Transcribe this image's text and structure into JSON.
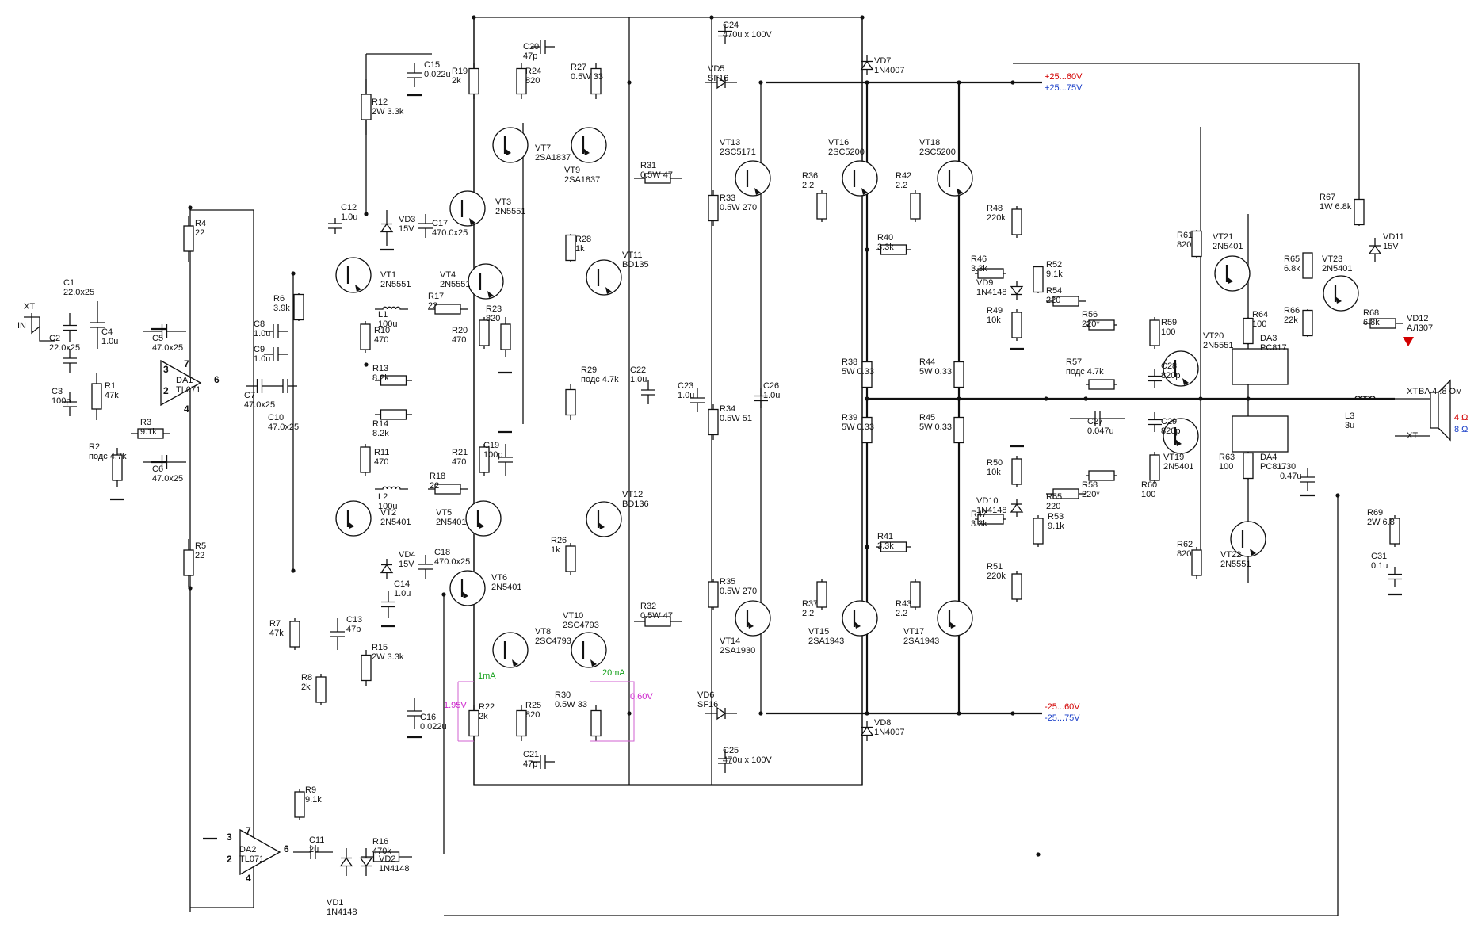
{
  "colors": {
    "positive_rail": "#d20000",
    "negative_rail": "#d20000",
    "alt_voltage": "#1a3fc8",
    "test_current": "#13a019",
    "test_voltage": "#cc22cc",
    "led": "#d20000"
  },
  "connectors": {
    "input_xt": "XT",
    "input_in": "IN",
    "out_xt_top": "XT",
    "out_xt_bot": "XT",
    "speaker": "BA 4..8 Ом",
    "ohm4": "4 Ω",
    "ohm8": "8 Ω"
  },
  "rails": {
    "pos1": "+25...60V",
    "pos2": "+25...75V",
    "neg1": "-25...60V",
    "neg2": "-25...75V"
  },
  "test_points": {
    "i1": "1mA",
    "i2": "20mA",
    "v1": "1.95V",
    "v2": "0.60V"
  },
  "components": {
    "C1": [
      "C1",
      "22.0x25"
    ],
    "C2": [
      "C2",
      "22.0x25"
    ],
    "C3": [
      "C3",
      "100p"
    ],
    "C4": [
      "C4",
      "1.0u"
    ],
    "C5": [
      "C5",
      "47.0x25"
    ],
    "C6": [
      "C6",
      "47.0x25"
    ],
    "C7": [
      "C7",
      "47.0x25"
    ],
    "C8": [
      "C8",
      "1.0u"
    ],
    "C9": [
      "C9",
      "1.0u"
    ],
    "C10": [
      "C10",
      "47.0x25"
    ],
    "C11": [
      "C11",
      "2u"
    ],
    "C12": [
      "C12",
      "1.0u"
    ],
    "C13": [
      "C13",
      "47p"
    ],
    "C14": [
      "C14",
      "1.0u"
    ],
    "C15": [
      "C15",
      "0.022u"
    ],
    "C16": [
      "C16",
      "0.022u"
    ],
    "C17": [
      "C17",
      "470.0x25"
    ],
    "C18": [
      "C18",
      "470.0x25"
    ],
    "C19": [
      "C19",
      "100p"
    ],
    "C20": [
      "C20",
      "47p"
    ],
    "C21": [
      "C21",
      "47p"
    ],
    "C22": [
      "C22",
      "1.0u"
    ],
    "C23": [
      "C23",
      "1.0u"
    ],
    "C24": [
      "C24",
      "470u x 100V"
    ],
    "C25": [
      "C25",
      "470u x 100V"
    ],
    "C26": [
      "C26",
      "1.0u"
    ],
    "C27": [
      "C27",
      "0.047u"
    ],
    "C28": [
      "C28",
      "820p"
    ],
    "C29": [
      "C29",
      "820p"
    ],
    "C30": [
      "C30",
      "0.47u"
    ],
    "C31": [
      "C31",
      "0.1u"
    ],
    "R1": [
      "R1",
      "47k"
    ],
    "R2": [
      "R2",
      "подс 4.7k"
    ],
    "R3": [
      "R3",
      "9.1k"
    ],
    "R4": [
      "R4",
      "22"
    ],
    "R5": [
      "R5",
      "22"
    ],
    "R6": [
      "R6",
      "3.9k"
    ],
    "R7": [
      "R7",
      "47k"
    ],
    "R8": [
      "R8",
      "2k"
    ],
    "R9": [
      "R9",
      "9.1k"
    ],
    "R10": [
      "R10",
      "470"
    ],
    "R11": [
      "R11",
      "470"
    ],
    "R12": [
      "R12",
      "2W 3.3k"
    ],
    "R13": [
      "R13",
      "8.2k"
    ],
    "R14": [
      "R14",
      "8.2k"
    ],
    "R15": [
      "R15",
      "2W 3.3k"
    ],
    "R16": [
      "R16",
      "470k"
    ],
    "R17": [
      "R17",
      "22"
    ],
    "R18": [
      "R18",
      "22"
    ],
    "R19": [
      "R19",
      "2k"
    ],
    "R20": [
      "R20",
      "470"
    ],
    "R21": [
      "R21",
      "470"
    ],
    "R22": [
      "R22",
      "2k"
    ],
    "R23": [
      "R23",
      "820"
    ],
    "R24": [
      "R24",
      "820"
    ],
    "R25": [
      "R25",
      "820"
    ],
    "R26": [
      "R26",
      "1k"
    ],
    "R27": [
      "R27",
      "0.5W 33"
    ],
    "R28": [
      "R28",
      "1k"
    ],
    "R29": [
      "R29",
      "подс 4.7k"
    ],
    "R30": [
      "R30",
      "0.5W 33"
    ],
    "R31": [
      "R31",
      "0.5W 47"
    ],
    "R32": [
      "R32",
      "0.5W 47"
    ],
    "R33": [
      "R33",
      "0.5W 270"
    ],
    "R34": [
      "R34",
      "0.5W 51"
    ],
    "R35": [
      "R35",
      "0.5W 270"
    ],
    "R36": [
      "R36",
      "2.2"
    ],
    "R37": [
      "R37",
      "2.2"
    ],
    "R38": [
      "R38",
      "5W 0.33"
    ],
    "R39": [
      "R39",
      "5W 0.33"
    ],
    "R40": [
      "R40",
      "3.3k"
    ],
    "R41": [
      "R41",
      "3.3k"
    ],
    "R42": [
      "R42",
      "2.2"
    ],
    "R43": [
      "R43",
      "2.2"
    ],
    "R44": [
      "R44",
      "5W 0.33"
    ],
    "R45": [
      "R45",
      "5W 0.33"
    ],
    "R46": [
      "R46",
      "3.3k"
    ],
    "R47": [
      "R47",
      "3.3k"
    ],
    "R48": [
      "R48",
      "220k"
    ],
    "R49": [
      "R49",
      "10k"
    ],
    "R50": [
      "R50",
      "10k"
    ],
    "R51": [
      "R51",
      "220k"
    ],
    "R52": [
      "R52",
      "9.1k"
    ],
    "R53": [
      "R53",
      "9.1k"
    ],
    "R54": [
      "R54",
      "220"
    ],
    "R55": [
      "R55",
      "220"
    ],
    "R56": [
      "R56",
      "220*"
    ],
    "R57": [
      "R57",
      "подс 4.7k"
    ],
    "R58": [
      "R58",
      "220*"
    ],
    "R59": [
      "R59",
      "100"
    ],
    "R60": [
      "R60",
      "100"
    ],
    "R61": [
      "R61",
      "820"
    ],
    "R62": [
      "R62",
      "820"
    ],
    "R63": [
      "R63",
      "100"
    ],
    "R64": [
      "R64",
      "100"
    ],
    "R65": [
      "R65",
      "6.8k"
    ],
    "R66": [
      "R66",
      "22k"
    ],
    "R67": [
      "R67",
      "1W 6.8k"
    ],
    "R68": [
      "R68",
      "6.8k"
    ],
    "R69": [
      "R69",
      "2W 6.8"
    ],
    "VT1": [
      "VT1",
      "2N5551"
    ],
    "VT2": [
      "VT2",
      "2N5401"
    ],
    "VT3": [
      "VT3",
      "2N5551"
    ],
    "VT4": [
      "VT4",
      "2N5551"
    ],
    "VT5": [
      "VT5",
      "2N5401"
    ],
    "VT6": [
      "VT6",
      "2N5401"
    ],
    "VT7": [
      "VT7",
      "2SA1837"
    ],
    "VT8": [
      "VT8",
      "2SC4793"
    ],
    "VT9": [
      "VT9",
      "2SA1837"
    ],
    "VT10": [
      "VT10",
      "2SC4793"
    ],
    "VT11": [
      "VT11",
      "BD135"
    ],
    "VT12": [
      "VT12",
      "BD136"
    ],
    "VT13": [
      "VT13",
      "2SC5171"
    ],
    "VT14": [
      "VT14",
      "2SA1930"
    ],
    "VT15": [
      "VT15",
      "2SA1943"
    ],
    "VT16": [
      "VT16",
      "2SC5200"
    ],
    "VT17": [
      "VT17",
      "2SA1943"
    ],
    "VT18": [
      "VT18",
      "2SC5200"
    ],
    "VT19": [
      "VT19",
      "2N5401"
    ],
    "VT20": [
      "VT20",
      "2N5551"
    ],
    "VT21": [
      "VT21",
      "2N5401"
    ],
    "VT22": [
      "VT22",
      "2N5551"
    ],
    "VT23": [
      "VT23",
      "2N5401"
    ],
    "VD1": [
      "VD1",
      "1N4148"
    ],
    "VD2": [
      "VD2",
      "1N4148"
    ],
    "VD3": [
      "VD3",
      "15V"
    ],
    "VD4": [
      "VD4",
      "15V"
    ],
    "VD5": [
      "VD5",
      "SF16"
    ],
    "VD6": [
      "VD6",
      "SF16"
    ],
    "VD7": [
      "VD7",
      "1N4007"
    ],
    "VD8": [
      "VD8",
      "1N4007"
    ],
    "VD9": [
      "VD9",
      "1N4148"
    ],
    "VD10": [
      "VD10",
      "1N4148"
    ],
    "VD11": [
      "VD11",
      "15V"
    ],
    "VD12": [
      "VD12",
      "АЛ307"
    ],
    "DA1": [
      "DA1",
      "TL071"
    ],
    "DA2": [
      "DA2",
      "TL071"
    ],
    "DA3": [
      "DA3",
      "PC817"
    ],
    "DA4": [
      "DA4",
      "PC817"
    ],
    "L1": [
      "L1",
      "100u"
    ],
    "L2": [
      "L2",
      "100u"
    ],
    "L3": [
      "L3",
      "3u"
    ]
  },
  "pins": {
    "da1_3": "3",
    "da1_2": "2",
    "da1_7": "7",
    "da1_4": "4",
    "da1_6": "6",
    "da2_3": "3",
    "da2_2": "2",
    "da2_7": "7",
    "da2_4": "4",
    "da2_6": "6"
  }
}
